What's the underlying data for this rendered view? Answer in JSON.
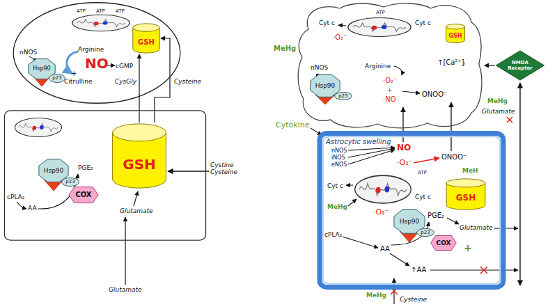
{
  "diagram": {
    "nodes": [
      {
        "text": [
          "ATP",
          "ATP",
          "ATP",
          "nNOS",
          "Arginine",
          "NO",
          "cGMP",
          "+",
          "Citrulline"
        ]
      },
      {
        "text": [
          "GSH"
        ],
        "in": 0
      },
      {
        "text": [
          "Hsp90"
        ],
        "in": 0
      },
      {
        "text": [
          "p23"
        ],
        "in": 0
      },
      {
        "text": [
          "PGE₂",
          "cPLA₂",
          "AA",
          "Glutamate"
        ]
      },
      {
        "text": [
          "GSH"
        ],
        "in": 4
      },
      {
        "text": [
          "Hsp90"
        ],
        "in": 4
      },
      {
        "text": [
          "p23"
        ],
        "in": 4
      },
      {
        "text": [
          "COX"
        ],
        "in": 4
      },
      {
        "text": [
          "ATP",
          "Cyt c",
          "Cyt c",
          "·O₂⁻",
          "nNOS",
          "Arginine",
          "·O₂⁻",
          "+",
          "·NO",
          "ONOO⁻",
          "↑[Ca²⁺]ᵢ"
        ]
      },
      {
        "text": [
          "GSH"
        ],
        "in": 9
      },
      {
        "text": [
          "Hsp90"
        ],
        "in": 9
      },
      {
        "text": [
          "p23"
        ],
        "in": 9
      },
      {
        "text": [
          "NMDA Receptor"
        ]
      },
      {
        "text": [
          "Astrocytic swelling",
          "nNOS",
          "iNOS",
          "eNOS",
          "NO",
          "·O₂⁻",
          "ONOO⁻",
          "ATP",
          "Cyt c",
          "Cyt c",
          "·O₂⁻",
          "MeH",
          "MeHg",
          "PGE₂",
          "cPLA₂",
          "AA",
          "+",
          "Glutamate",
          "↑AA"
        ]
      },
      {
        "text": [
          "GSH"
        ],
        "in": 14
      },
      {
        "text": [
          "Hsp90"
        ],
        "in": 14
      },
      {
        "text": [
          "p23"
        ],
        "in": 14
      },
      {
        "text": [
          "COX"
        ],
        "in": 14
      }
    ],
    "edges": [
      {
        "from": 5,
        "to": 1,
        "label": "CysGly",
        "arrow": "to"
      },
      {
        "from": 5,
        "to": 1,
        "label": "Cysteine",
        "arrow": "to"
      },
      {
        "from": 13,
        "to": 9,
        "arrow": "to"
      }
    ],
    "labels": [
      "Cystine Cysteine",
      "Glutamate",
      "MeHg",
      "Cytokine",
      "MeHg",
      "Glutamate",
      "MeHg",
      "Cysteine"
    ]
  }
}
